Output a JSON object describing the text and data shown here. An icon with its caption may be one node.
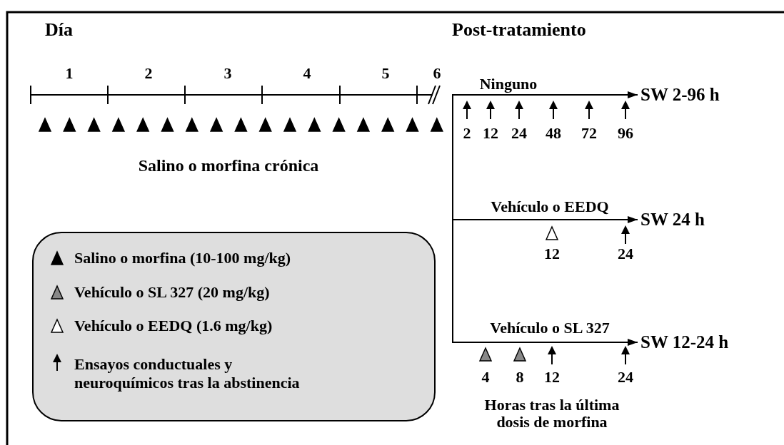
{
  "diagram": {
    "nodes": [
      {
        "text": [
          "SW 2-96 h"
        ]
      },
      {
        "text": [
          "SW 24 h"
        ]
      },
      {
        "text": [
          "SW 12-24 h"
        ]
      }
    ],
    "edges": [
      {
        "from": null,
        "to": 0,
        "arrow": "to"
      },
      {
        "from": null,
        "to": 1,
        "arrow": "to"
      },
      {
        "from": null,
        "to": 2,
        "arrow": "to"
      }
    ],
    "labels": [
      "Día",
      "Post-tratamiento",
      "1",
      "2",
      "3",
      "4",
      "5",
      "6",
      "Ninguno",
      "2",
      "12",
      "24",
      "48",
      "72",
      "96",
      "Salino o morfina crónica",
      "Vehículo o EEDQ",
      "12",
      "24",
      "Vehículo o SL 327",
      "4",
      "8",
      "12",
      "24",
      "Horas tras la última dosis de morfina"
    ],
    "legend": [
      {
        "text": "Salino o morfina (10-100 mg/kg)"
      },
      {
        "text": "Vehículo o SL 327 (20 mg/kg)"
      },
      {
        "text": "Vehículo o EEDQ (1.6 mg/kg)"
      },
      {
        "text": "Ensayos conductuales y neuroquímicos tras la abstinencia"
      }
    ]
  }
}
